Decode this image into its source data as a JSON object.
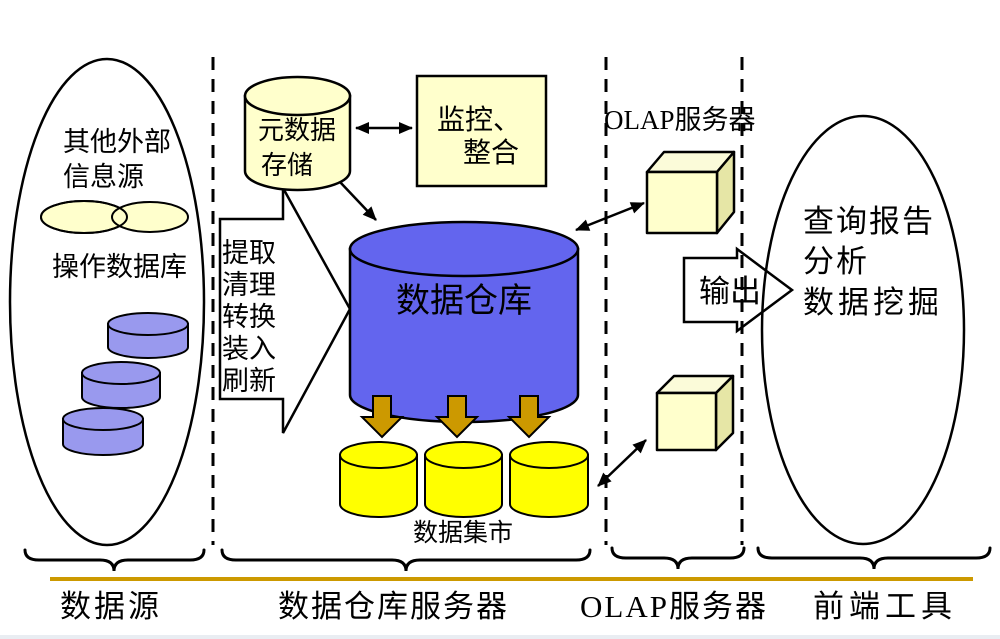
{
  "diagram": {
    "source": {
      "title_line1": "其他外部",
      "title_line2": "信息源",
      "db_label": "操作数据库"
    },
    "server": {
      "metadata_line1": "元数据",
      "metadata_line2": "存储",
      "monitor_line1": "监控、",
      "monitor_line2": "整合",
      "etl_steps": [
        "提取",
        "清理",
        "转换",
        "装入",
        "刷新"
      ],
      "warehouse_label": "数据仓库",
      "marts_label": "数据集市"
    },
    "olap": {
      "server_label": "OLAP服务器",
      "output_label": "输出"
    },
    "frontend": {
      "tool_line1": "查询报告",
      "tool_line2": "分析",
      "tool_line3": "数据挖掘"
    },
    "footer": {
      "zone1": "数据源",
      "zone2": "数据仓库服务器",
      "zone3": "OLAP服务器",
      "zone4": "前端工具"
    },
    "colors": {
      "warehouse_blue": "#6365EE",
      "source_purple": "#9999EE",
      "mart_yellow": "#FFFF00",
      "cream": "#FFFFCC",
      "cube_top": "#FBFBD9",
      "cube_side": "#E6E6A6",
      "gold_accent": "#CC9900",
      "outline": "#000000"
    }
  }
}
